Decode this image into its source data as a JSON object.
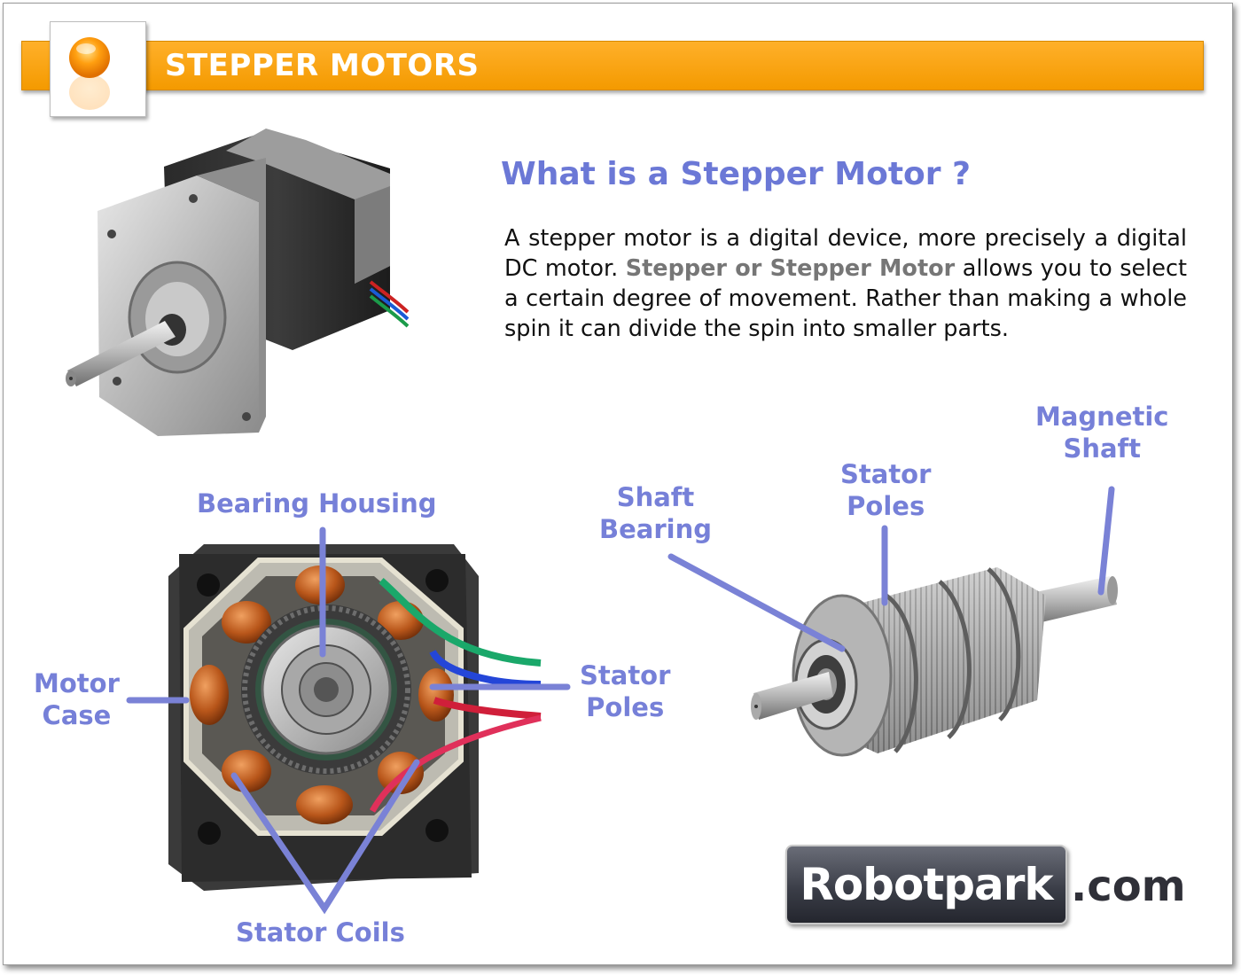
{
  "header": {
    "title": "STEPPER MOTORS"
  },
  "intro": {
    "heading": "What is a Stepper Motor ?",
    "text_before": "A stepper motor is a digital device, more precisely a digital DC motor. ",
    "text_emphasis": "Stepper or Stepper Motor",
    "text_after": " allows you to select a certain degree of movement. Rather than making a whole spin it can divide the spin into smaller parts."
  },
  "labels": {
    "bearing_housing": "Bearing Housing",
    "motor_case": "Motor\nCase",
    "stator_poles_left": "Stator\nPoles",
    "stator_coils": "Stator Coils",
    "shaft_bearing": "Shaft\nBearing",
    "stator_poles_right": "Stator\nPoles",
    "magnetic_shaft": "Magnetic\nShaft"
  },
  "brand": {
    "name": "Robotpark",
    "suffix": ".com"
  },
  "colors": {
    "banner": "#f49a00",
    "label": "#7680d8",
    "leader_line": "#7a82d6",
    "heading": "#6b78d6"
  },
  "icons": {
    "header_logo": "orange-orb-icon",
    "motor_photo": "stepper-motor-illustration",
    "cutaway_photo": "motor-cutaway-illustration",
    "rotor_photo": "rotor-shaft-illustration"
  }
}
